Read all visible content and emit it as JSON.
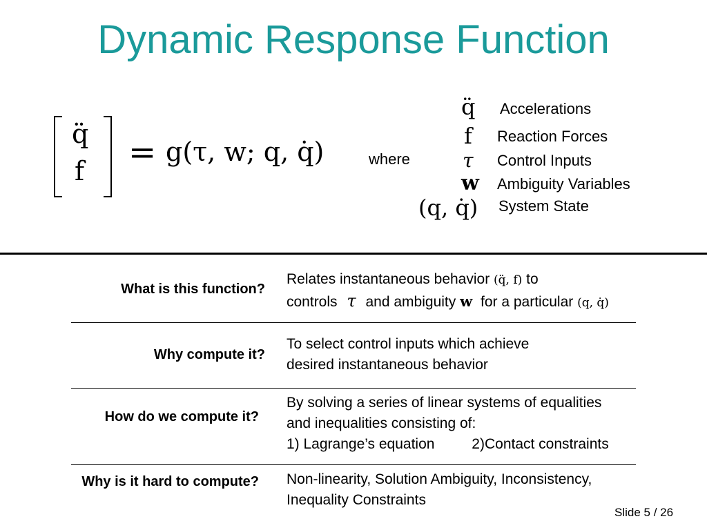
{
  "slide": {
    "title": "Dynamic Response Function",
    "page_number": "Slide 5 / 26"
  },
  "equation": {
    "vector_top": "q̈",
    "vector_bottom": "f",
    "equals": "=",
    "rhs": "g(τ, w; q, q̇)",
    "where_word": "where"
  },
  "legend": [
    {
      "symbol": "q̈",
      "label": "Accelerations"
    },
    {
      "symbol": "f",
      "label": "Reaction Forces"
    },
    {
      "symbol": "τ",
      "label": "Control Inputs"
    },
    {
      "symbol": "w",
      "label": "Ambiguity Variables"
    },
    {
      "symbol": "(q, q̇)",
      "label": "System State"
    }
  ],
  "qa": [
    {
      "question": "What is this function?",
      "answer_line1_a": "Relates instantaneous behavior",
      "answer_line1_sym": "(q̈, f)",
      "answer_line1_b": "to",
      "answer_line2_a": "controls",
      "answer_line2_sym1": "τ",
      "answer_line2_b": "and ambiguity",
      "answer_line2_sym2": "w",
      "answer_line2_c": "for a particular",
      "answer_line2_sym3": "(q, q̇)"
    },
    {
      "question": "Why compute it?",
      "answer_lines": [
        "To select control inputs which achieve",
        "desired instantaneous behavior"
      ]
    },
    {
      "question": "How do we compute it?",
      "answer_lines": [
        "By solving a series of linear systems of equalities",
        "and inequalities consisting of:"
      ],
      "answer_item1": "1) Lagrange’s equation",
      "answer_item2": "2)Contact constraints"
    },
    {
      "question": "Why is it hard to compute?",
      "answer_lines": [
        "Non-linearity, Solution Ambiguity, Inconsistency,",
        "Inequality Constraints"
      ]
    }
  ]
}
